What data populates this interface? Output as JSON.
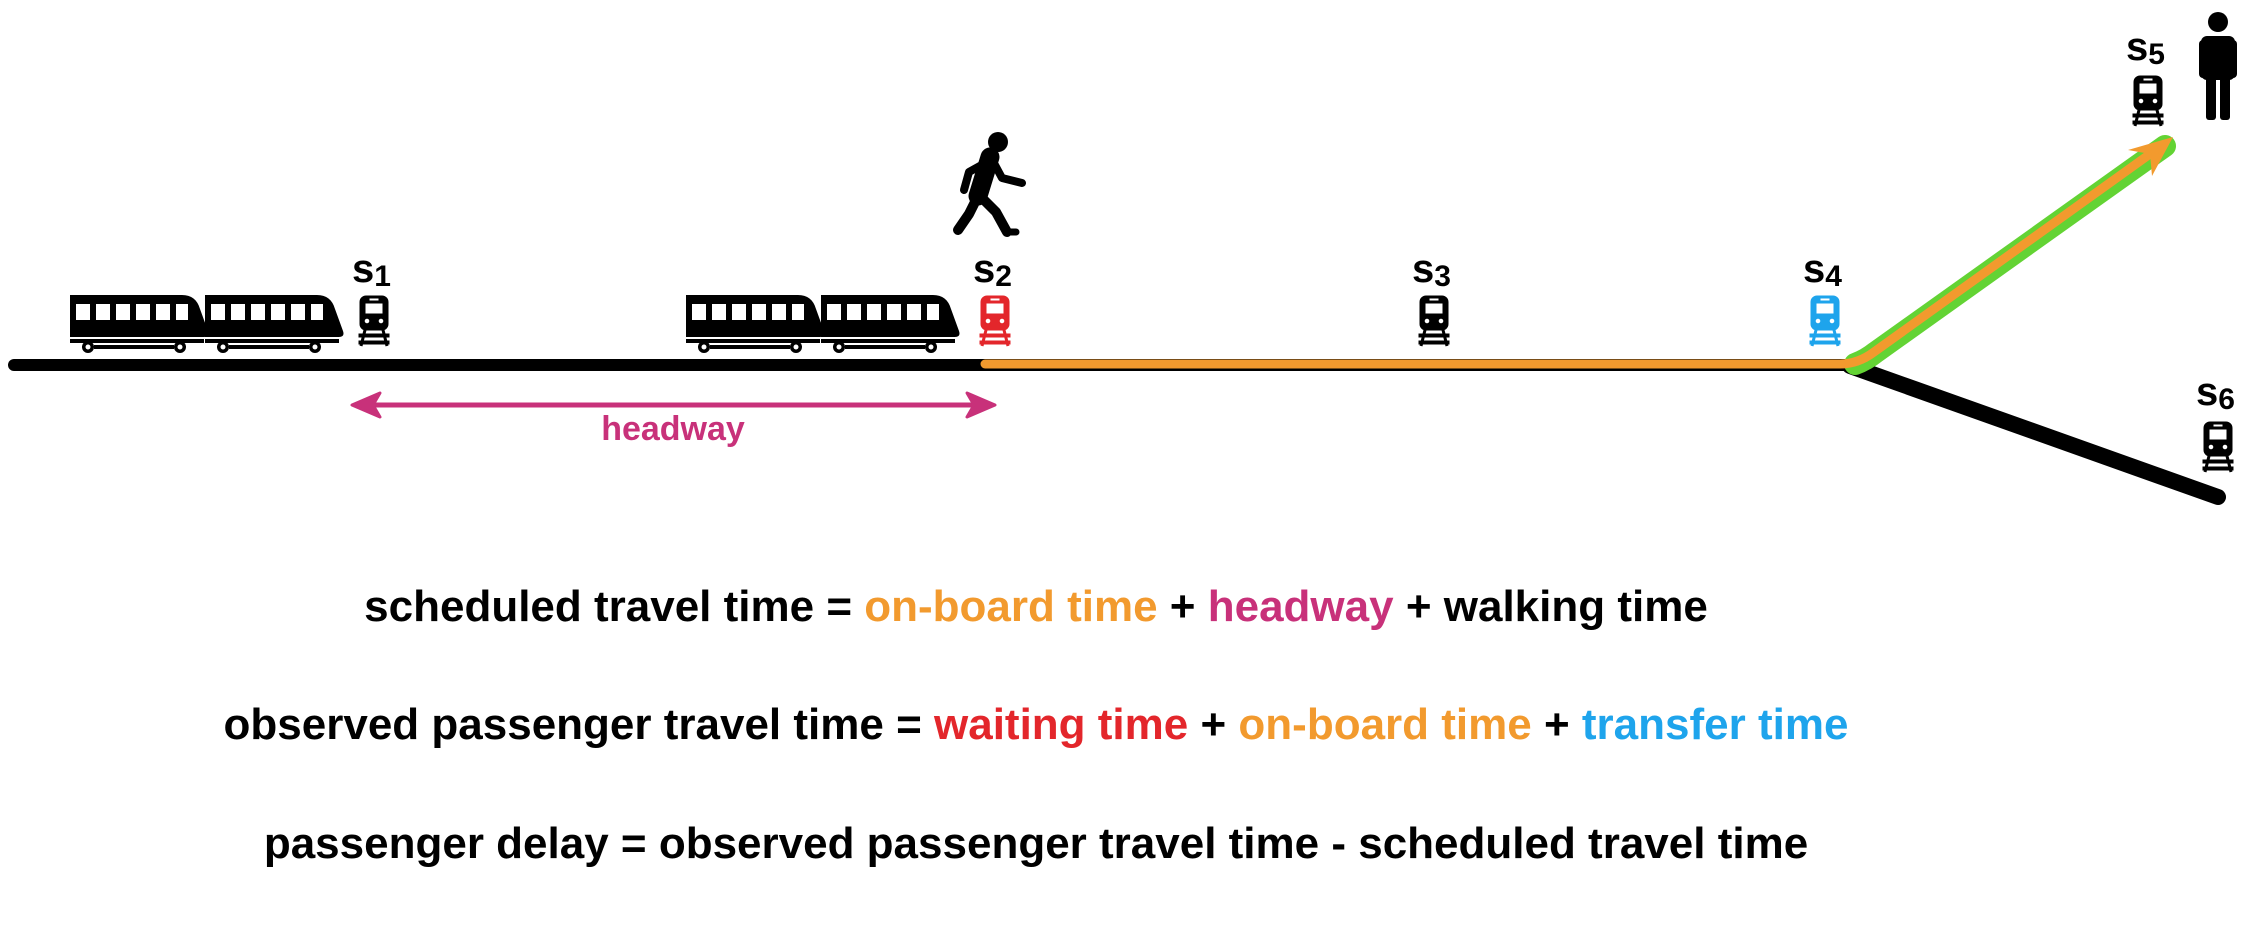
{
  "stations": [
    {
      "name": "s",
      "sub": "1",
      "state": "normal"
    },
    {
      "name": "s",
      "sub": "2",
      "state": "waiting"
    },
    {
      "name": "s",
      "sub": "3",
      "state": "normal"
    },
    {
      "name": "s",
      "sub": "4",
      "state": "transfer"
    },
    {
      "name": "s",
      "sub": "5",
      "state": "normal"
    },
    {
      "name": "s",
      "sub": "6",
      "state": "normal"
    }
  ],
  "headway_label": "headway",
  "icons": {
    "train": "train-icon",
    "station": "station-train-icon",
    "walking": "walking-person-icon",
    "standing": "standing-person-icon"
  },
  "colors": {
    "ink": "#000000",
    "onboard": "#f29a2e",
    "headway": "#c8317a",
    "waiting": "#e3262b",
    "transfer": "#1ea4ec",
    "route_highlight": "#63d334"
  },
  "equations": {
    "scheduled": {
      "lhs": "scheduled travel time = ",
      "onboard": "on-board time",
      "plus1": " + ",
      "headway": "headway",
      "plus2": " + ",
      "walking": "walking time"
    },
    "observed": {
      "lhs": "observed passenger travel time = ",
      "waiting": "waiting time",
      "plus1": " + ",
      "onboard": "on-board time",
      "plus2": " + ",
      "transfer": "transfer time"
    },
    "delay": {
      "text": "passenger delay = observed passenger travel time - scheduled travel time"
    }
  }
}
